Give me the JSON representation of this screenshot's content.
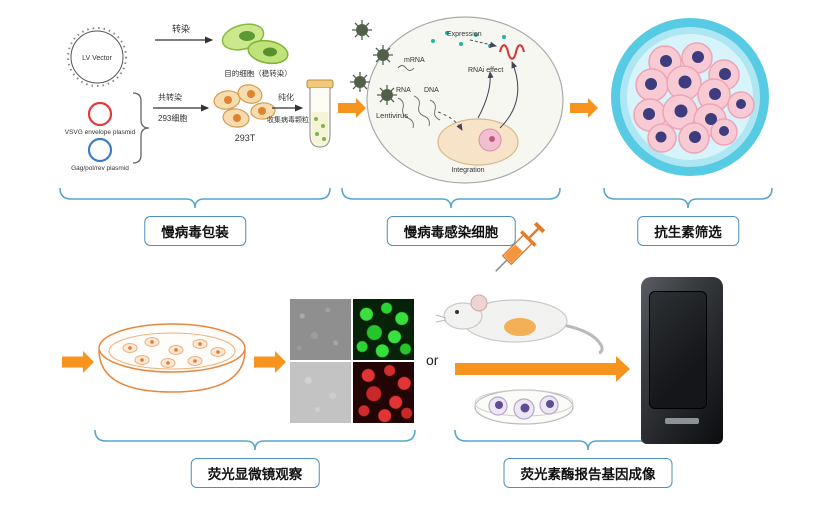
{
  "packaging": {
    "lv_vector": "LV Vector",
    "vsvg_label": "VSVG envelope plasmid",
    "gagpol_label": "Gag/pol/rev plasmid",
    "transfection": "转染",
    "target_cells": "目的细胞（稳转染）",
    "cotransfection_line1": "共转染",
    "cotransfection_line2": "293细胞",
    "cells_293t": "293T",
    "purify_line1": "纯化",
    "purify_line2": "收集病毒颗粒"
  },
  "infection": {
    "lentivirus": "Lentivirus",
    "rna": "RNA",
    "dna": "DNA",
    "mrna": "mRNA",
    "expression": "Expression",
    "rnai_effect": "RNAi effect",
    "integration": "Integration"
  },
  "connector": {
    "or": "or"
  },
  "steps": [
    {
      "label": "慢病毒包装"
    },
    {
      "label": "慢病毒感染细胞"
    },
    {
      "label": "抗生素筛选"
    },
    {
      "label": "荧光显微镜观察"
    },
    {
      "label": "荧光素酶报告基因成像"
    }
  ],
  "colors": {
    "arrow_orange": "#F7941E",
    "brace_blue": "#58A7CB",
    "label_box_border": "#4E8FBE",
    "vsvg_red": "#E03A3C",
    "gagpol_blue": "#3B7DC4",
    "dish_blue": "#57CAE4",
    "cell_pink": "#F8CBD4",
    "nucleus_purple": "#3D3C7E"
  }
}
